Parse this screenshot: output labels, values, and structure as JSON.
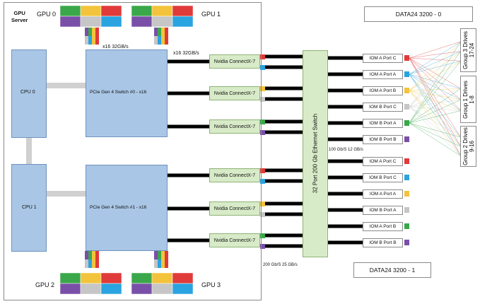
{
  "server": {
    "title_line1": "GPU",
    "title_line2": "Server"
  },
  "gpus": [
    {
      "label": "GPU 0"
    },
    {
      "label": "GPU 1"
    },
    {
      "label": "GPU 2"
    },
    {
      "label": "GPU 3"
    }
  ],
  "cpus": [
    {
      "label": "CPU 0"
    },
    {
      "label": "CPU 1"
    }
  ],
  "switches": [
    {
      "label": "PCIe Gen 4 Switch #0 - x16"
    },
    {
      "label": "PCIe Gen 4 Switch #1 - x16"
    }
  ],
  "links": {
    "gpu_link": "x16 32GB/s",
    "nic_link": "x16 32GB/s",
    "eth_link": "100 Gb/S 12 GB/s",
    "nic_port_link": "200 Gb/S 25 GB/s"
  },
  "nic_label": "Nvidia ConnectX-7",
  "eth_switch": {
    "label": "32 Port 200 Gb  Ethernet Switch"
  },
  "enclosures": [
    {
      "label": "DATA24 3200 - 0"
    },
    {
      "label": "DATA24 3200 - 1"
    }
  ],
  "iom_ports_top": [
    "IOM A Port C",
    "IOM A Port A",
    "IOM A Port B",
    "IOM B Port C",
    "IOM B Port A",
    "IOM B Port B"
  ],
  "iom_ports_bottom": [
    "IOM A Port C",
    "IOM B Port C",
    "IOM A Port A",
    "IOM B Port A",
    "IOM A Port B",
    "IOM B Port B"
  ],
  "drive_groups": [
    {
      "line1": "Group 3  Drives",
      "line2": "17-24"
    },
    {
      "line1": "Group 1 Drives",
      "line2": "1-8"
    },
    {
      "line1": "Group 2  Drives",
      "line2": "9-16"
    }
  ],
  "colors": {
    "red": "#e03a3a",
    "blue": "#2aa4e0",
    "yellow": "#f2c33b",
    "gray": "#c6c6c6",
    "green": "#3aa84a",
    "purple": "#7a4fa8",
    "cable": "#000000",
    "bus": "#d0d0d0"
  }
}
